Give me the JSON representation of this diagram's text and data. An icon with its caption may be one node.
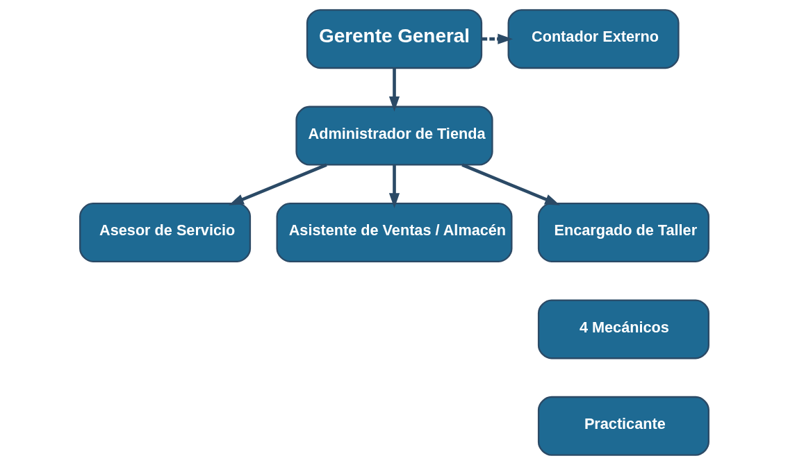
{
  "diagram": {
    "nodes": [
      {
        "text": [
          "Gerente General"
        ]
      },
      {
        "text": [
          "Contador Externo"
        ]
      },
      {
        "text": [
          "Administrador de Tienda"
        ]
      },
      {
        "text": [
          "Asesor de Servicio"
        ]
      },
      {
        "text": [
          "Asistente de Ventas / Almacén"
        ]
      },
      {
        "text": [
          "Encargado de Taller"
        ]
      },
      {
        "text": [
          "4 Mecánicos"
        ]
      },
      {
        "text": [
          "Practicante"
        ]
      }
    ],
    "edges": [
      {
        "from": 0,
        "to": 1,
        "arrow": "to",
        "style": "dashed"
      },
      {
        "from": 0,
        "to": 2,
        "arrow": "to"
      },
      {
        "from": 2,
        "to": 3,
        "arrow": "to"
      },
      {
        "from": 2,
        "to": 4,
        "arrow": "to"
      },
      {
        "from": 2,
        "to": 5,
        "arrow": "to"
      }
    ]
  }
}
